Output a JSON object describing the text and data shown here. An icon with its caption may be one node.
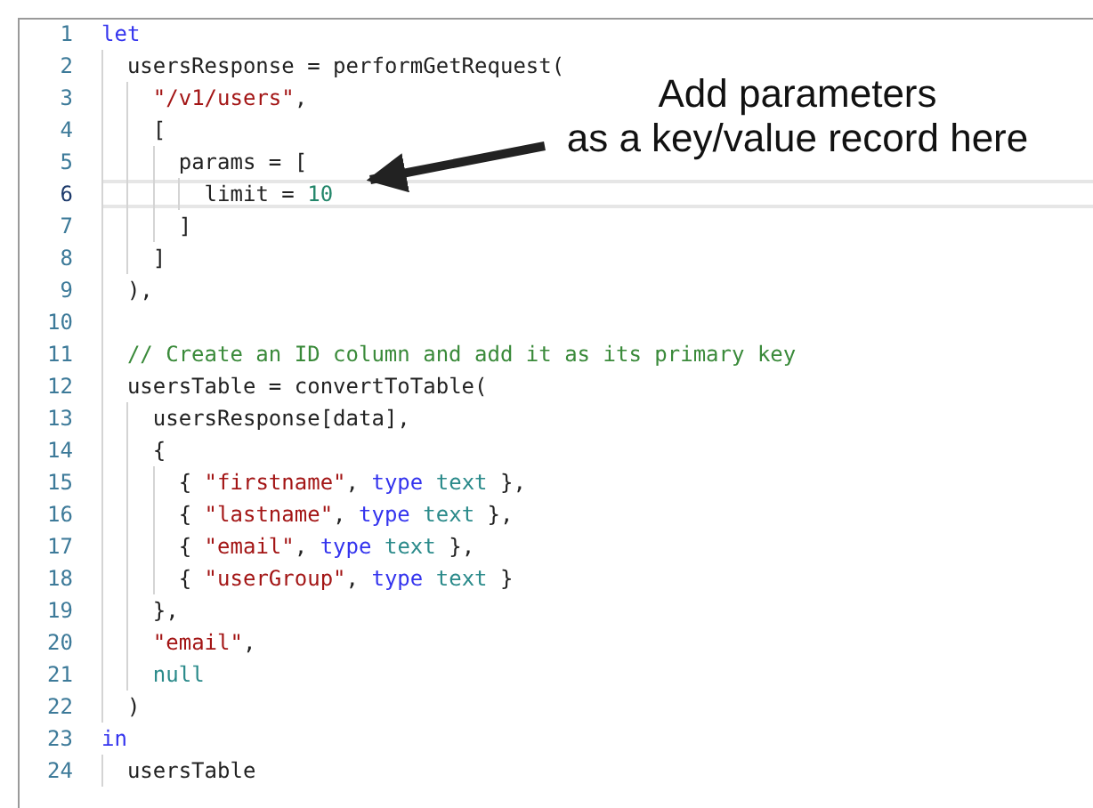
{
  "diagram": {
    "nodes": [
      {
        "text": [
          "Add parameters",
          "as a key/value record here"
        ]
      },
      {
        "text": [],
        "shape": "bar"
      }
    ],
    "edges": [
      {
        "from": 0,
        "to": 1,
        "arrow": "to"
      }
    ],
    "labels": [
      "1",
      "let",
      "2",
      "usersResponse = performGetRequest(",
      "3",
      "\"/v1/users\",",
      "4",
      "[",
      "5",
      "params = [",
      "6",
      "limit = 10",
      "7",
      "]",
      "8",
      "]",
      "9",
      "),",
      "10",
      "11",
      "// Create an ID column and add it as its primary key",
      "12",
      "usersTable = convertToTable(",
      "13",
      "usersResponse[data],",
      "14",
      "{",
      "15",
      "{ \"firstname\", type text },",
      "16",
      "{ \"lastname\", type text },",
      "17",
      "{ \"email\", type text },",
      "18",
      "{ \"userGroup\", type text }",
      "19",
      "},",
      "20",
      "\"email\",",
      "21",
      "null",
      "22",
      ")",
      "23",
      "in",
      "24",
      "usersTable"
    ]
  }
}
